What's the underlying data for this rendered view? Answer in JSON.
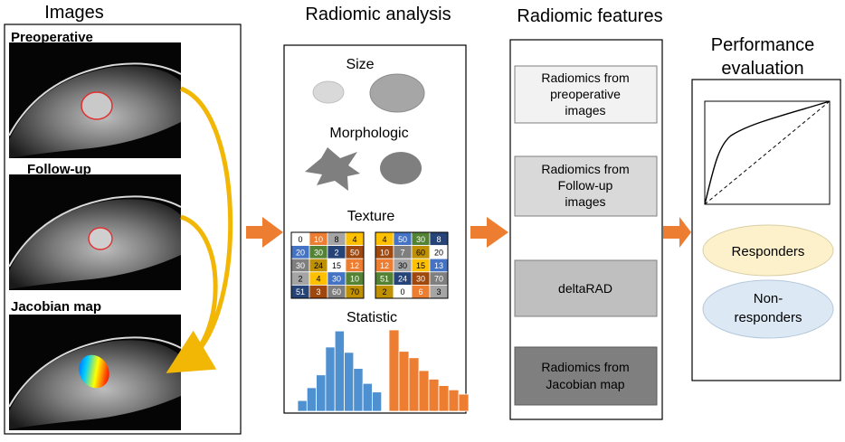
{
  "columns": {
    "images": "Images",
    "analysis": "Radiomic analysis",
    "features": "Radiomic features",
    "performance_line1": "Performance",
    "performance_line2": "evaluation"
  },
  "image_panels": [
    {
      "label": "Preoperative"
    },
    {
      "label": "Follow-up"
    },
    {
      "label": "Jacobian map"
    }
  ],
  "analysis_sections": {
    "size": "Size",
    "morphologic": "Morphologic",
    "texture": "Texture",
    "statistic": "Statistic"
  },
  "texture_grid_1": [
    [
      "0",
      "10",
      "8",
      "4"
    ],
    [
      "20",
      "30",
      "2",
      "50"
    ],
    [
      "30",
      "24",
      "15",
      "12"
    ],
    [
      "2",
      "4",
      "30",
      "10"
    ],
    [
      "51",
      "3",
      "60",
      "70"
    ]
  ],
  "texture_grid_2": [
    [
      "4",
      "50",
      "30",
      "8"
    ],
    [
      "10",
      "7",
      "60",
      "20"
    ],
    [
      "12",
      "30",
      "15",
      "13"
    ],
    [
      "51",
      "24",
      "30",
      "70"
    ],
    [
      "2",
      "0",
      "6",
      "3"
    ]
  ],
  "histogram_blue": [
    10,
    22,
    34,
    60,
    75,
    55,
    40,
    26,
    18
  ],
  "histogram_orange": [
    76,
    56,
    50,
    38,
    30,
    24,
    20,
    16
  ],
  "feature_boxes": [
    {
      "line1": "Radiomics from",
      "line2": "preoperative",
      "line3": "images"
    },
    {
      "line1": "Radiomics from",
      "line2": "Follow-up",
      "line3": "images"
    },
    {
      "line1": "deltaRAD"
    },
    {
      "line1": "Radiomics from",
      "line2": "Jacobian map"
    }
  ],
  "outcomes": {
    "responders": "Responders",
    "non_responders_line1": "Non-",
    "non_responders_line2": "responders"
  },
  "colors": {
    "arrow_orange": "#ED7D31",
    "curved_arrow_gold": "#F2B705",
    "hist_blue": "#4F90D0",
    "hist_orange": "#ED7D31",
    "responders_fill": "#FDF1CB",
    "non_responders_fill": "#DCE9F5"
  }
}
